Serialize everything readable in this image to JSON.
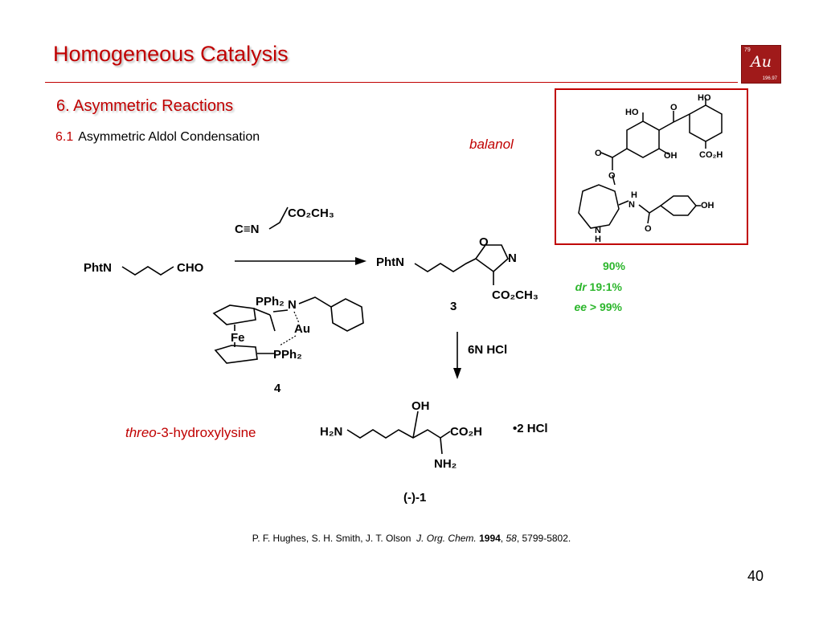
{
  "header": {
    "title": "Homogeneous Catalysis"
  },
  "logo": {
    "atomic_number": "79",
    "symbol": "Au",
    "mass": "196.97"
  },
  "section": {
    "heading": "6. Asymmetric Reactions",
    "sub_number": "6.1",
    "sub_title": "Asymmetric Aldol Condensation"
  },
  "labels": {
    "balanol": "balanol",
    "hydroxylysine_italic": "threo",
    "hydroxylysine_rest": "-3-hydroxylysine"
  },
  "results": {
    "yield": "90%",
    "dr_label": "dr",
    "dr_value": "19:1%",
    "ee_label": "ee",
    "ee_value": "> 99%"
  },
  "scheme": {
    "start": "PhtN",
    "start_cho": "CHO",
    "isocyanide_cn": "C≡N",
    "isocyanide_ester": "CO₂CH₃",
    "product_phtn": "PhtN",
    "product_o": "O",
    "product_n": "N",
    "product_ester": "CO₂CH₃",
    "product_number": "3",
    "hcl_reagent": "6N HCl",
    "cat_pph2_top": "PPh₂",
    "cat_n": "N",
    "cat_au": "Au",
    "cat_fe": "Fe",
    "cat_pph2_bottom": "PPh₂",
    "cat_number": "4",
    "final_h2n": "H₂N",
    "final_oh": "OH",
    "final_co2h": "CO₂H",
    "final_nh2": "NH₂",
    "final_salt": "•2 HCl",
    "final_number": "(-)-1",
    "balanol_ho1": "HO",
    "balanol_ho2": "HO",
    "balanol_o1": "O",
    "balanol_o2": "O",
    "balanol_o3": "O",
    "balanol_o4": "O",
    "balanol_oh1": "OH",
    "balanol_oh2": "OH",
    "balanol_co2h": "CO₂H",
    "balanol_nh": "H",
    "balanol_n": "N",
    "balanol_ring_n": "N",
    "balanol_ring_h": "H"
  },
  "reference": {
    "authors": "P. F. Hughes, S. H. Smith, J. T. Olson",
    "journal": "J. Org. Chem.",
    "year": "1994",
    "volume": "58",
    "pages": "5799-5802."
  },
  "page_number": "40"
}
